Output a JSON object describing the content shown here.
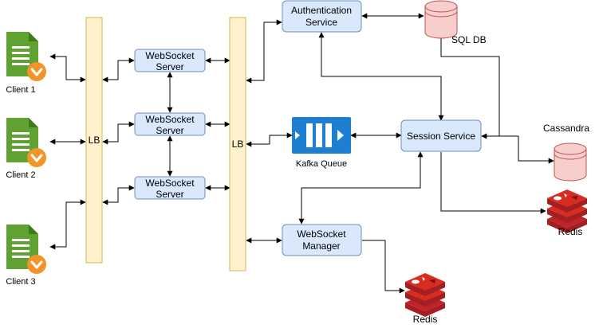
{
  "clients": [
    {
      "label": "Client 1"
    },
    {
      "label": "Client 2"
    },
    {
      "label": "Client 3"
    }
  ],
  "load_balancers": {
    "left": "LB",
    "right": "LB"
  },
  "websocket_servers": [
    {
      "line1": "WebSocket",
      "line2": "Server"
    },
    {
      "line1": "WebSocket",
      "line2": "Server"
    },
    {
      "line1": "WebSocket",
      "line2": "Server"
    }
  ],
  "services": {
    "auth": {
      "line1": "Authentication",
      "line2": "Service"
    },
    "session": {
      "label": "Session Service"
    },
    "ws_manager": {
      "line1": "WebSocket",
      "line2": "Manager"
    }
  },
  "datastores": {
    "sql_db": "SQL DB",
    "cassandra": "Cassandra",
    "kafka": "Kafka Queue",
    "redis_session": "Redis",
    "redis_manager": "Redis"
  },
  "colors": {
    "service_fill": "#dae8fc",
    "service_stroke": "#6c8ebf",
    "lb_fill": "#fff2cc",
    "lb_stroke": "#d6b656",
    "db_fill": "#f8cecc",
    "db_stroke": "#b85450",
    "client_green": "#5fa232",
    "client_badge": "#f29528",
    "kafka_blue": "#1c7fd1",
    "redis_red": "#c0242a"
  },
  "icons": {
    "client": "document-icon",
    "client_badge": "download-badge-icon",
    "db": "cylinder-database-icon",
    "kafka": "kafka-queue-icon",
    "redis": "redis-icon"
  }
}
